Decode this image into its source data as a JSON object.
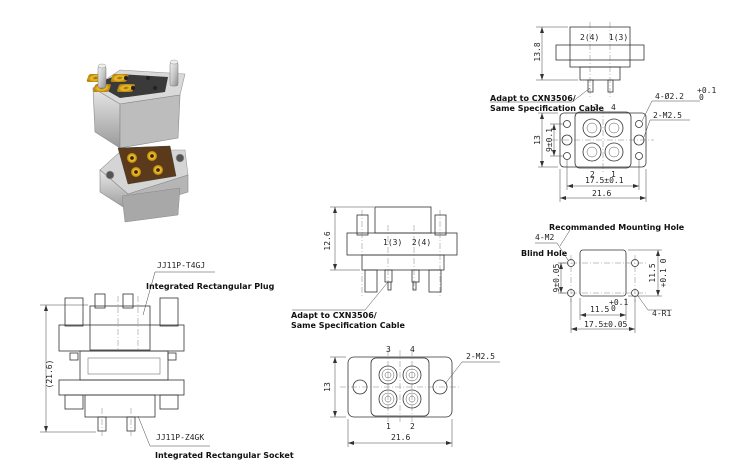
{
  "labels": {
    "plug_model": "JJ11P-T4GJ",
    "plug_desc": "Integrated Rectangular Plug",
    "socket_model": "JJ11P-Z4GK",
    "socket_desc": "Integrated Rectangular Socket",
    "adapt_line1": "Adapt to CXN3506/",
    "adapt_line2": "Same Specification Cable",
    "adapt2_line1": "Adapt to CXN3506/",
    "adapt2_line2": "Same Specification Cable",
    "mounting_title": "Recommanded Mounting Hole",
    "blind_hole": "Blind Hole"
  },
  "dims": {
    "side_height": "(21.6)",
    "front_h": "12.6",
    "front_pins": "1(3)  2(4)",
    "tr_h": "13.8",
    "tr_pins": "2(4)  1(3)",
    "tr_pin3": "3",
    "tr_pin4": "4",
    "tr_hole": "4-Ø2.2",
    "tr_hole_tol_hi": "+0.1",
    "tr_hole_tol_lo": "0",
    "tr_m25": "2-M2.5",
    "tr_13": "13",
    "tr_9": "9±0.1",
    "tr_pin2": "2",
    "tr_pin1": "1",
    "tr_175": "17.5±0.1",
    "tr_216": "21.6",
    "mh_m2": "4-M2",
    "mh_9": "9±0.05",
    "mh_115v": "11.5",
    "mh_115v_tol": "+0.1 0",
    "mh_115h": "11.5",
    "mh_115h_tol_hi": "+0.1",
    "mh_115h_tol_lo": "0",
    "mh_r1": "4-R1",
    "mh_175": "17.5±0.05",
    "bot_m25": "2-M2.5",
    "bot_13": "13",
    "bot_pin3": "3",
    "bot_pin4": "4",
    "bot_pin1": "1",
    "bot_pin2": "2",
    "bot_216": "21.6"
  }
}
